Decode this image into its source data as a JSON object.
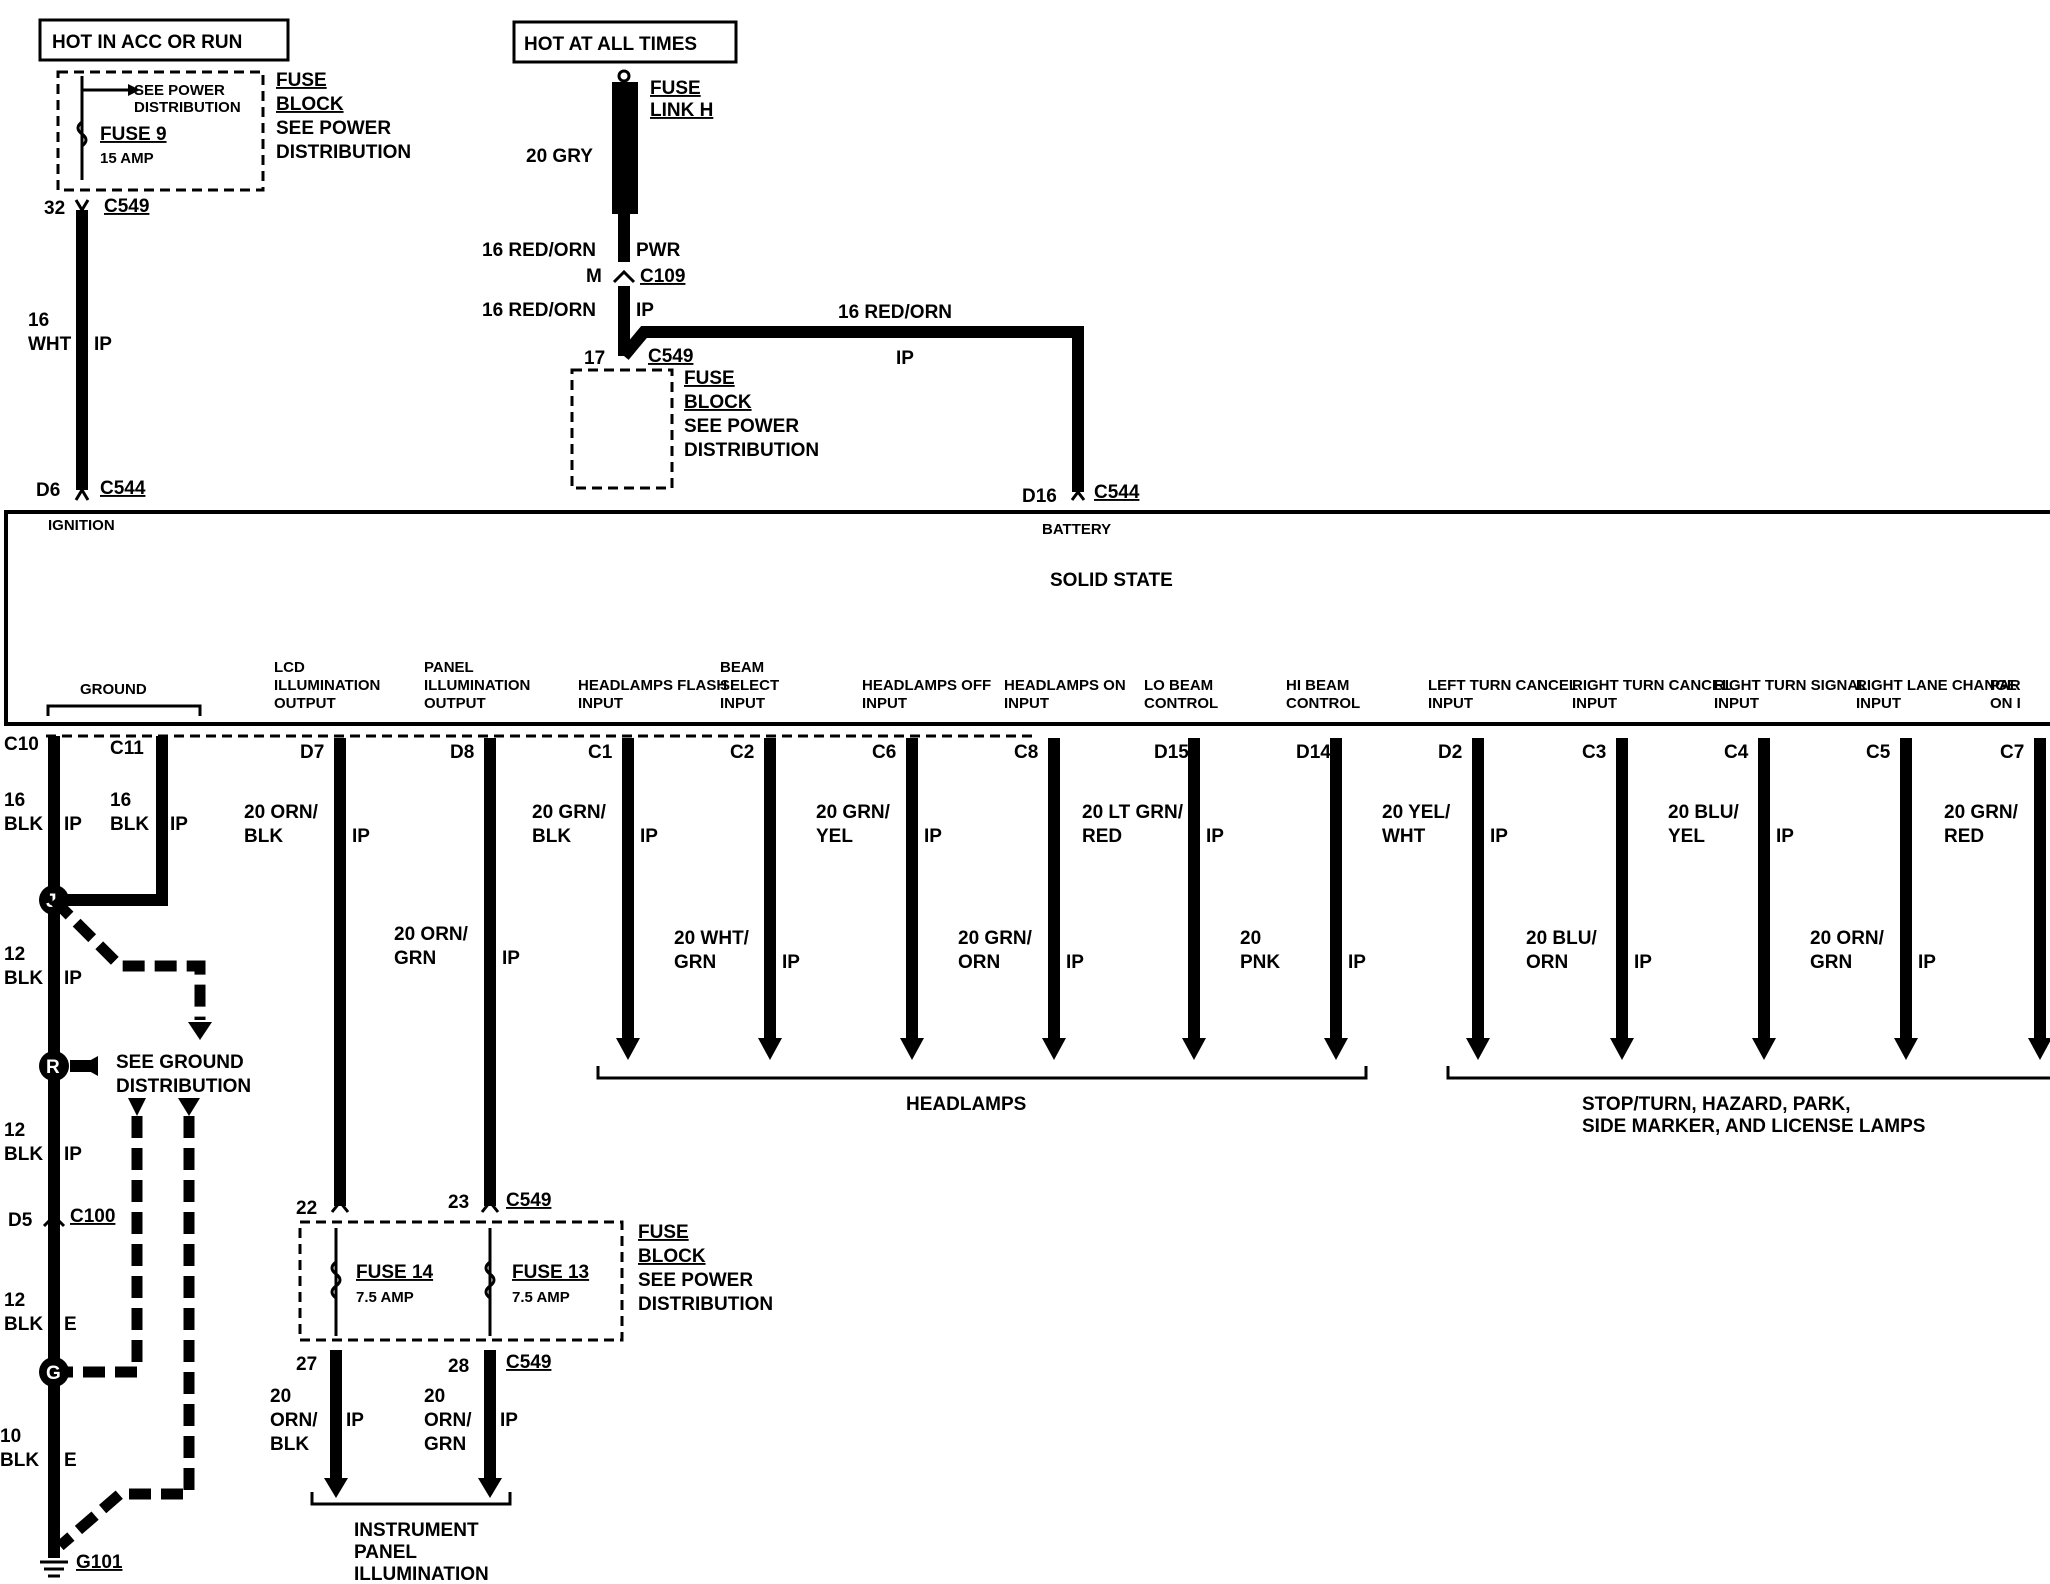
{
  "power": {
    "acc_run": "HOT IN ACC OR RUN",
    "all_times": "HOT AT ALL TIMES",
    "see_power_dist_small": "SEE POWER DISTRIBUTION",
    "fuse9": "FUSE 9",
    "fuse9_amp": "15 AMP",
    "fuse_block": "FUSE BLOCK",
    "see_power_dist": "SEE POWER DISTRIBUTION",
    "fuse_link": "FUSE LINK H",
    "gry": "20 GRY",
    "red_orn": "16 RED/ORN",
    "pwr": "PWR",
    "m": "M",
    "c109": "C109",
    "ip": "IP",
    "pin32": "32",
    "pin17": "17",
    "c549": "C549",
    "wht16": "16",
    "wht": "WHT"
  },
  "module": {
    "name": "SOLID STATE",
    "ignition": "IGNITION",
    "battery": "BATTERY",
    "d6": "D6",
    "d16": "D16",
    "c544": "C544",
    "ground": "GROUND"
  },
  "outputs": [
    {
      "label": "LCD ILLUMINATION OUTPUT",
      "pin": "D7",
      "wire": "20 ORN/ BLK",
      "seg": "IP"
    },
    {
      "label": "PANEL ILLUMINATION OUTPUT",
      "pin": "D8",
      "wire": "20 ORN/ GRN",
      "seg": "IP"
    },
    {
      "label": "HEADLAMPS FLASH INPUT",
      "pin": "C1",
      "wire": "20 GRN/ BLK",
      "seg": "IP"
    },
    {
      "label": "BEAM SELECT INPUT",
      "pin": "C2",
      "wire": "20 WHT/ GRN",
      "seg": "IP"
    },
    {
      "label": "HEADLAMPS OFF INPUT",
      "pin": "C6",
      "wire": "20 GRN/ YEL",
      "seg": "IP"
    },
    {
      "label": "HEADLAMPS ON INPUT",
      "pin": "C8",
      "wire": "20 GRN/ ORN",
      "seg": "IP"
    },
    {
      "label": "LO BEAM CONTROL",
      "pin": "D15",
      "wire": "20 LT GRN/ RED",
      "seg": "IP"
    },
    {
      "label": "HI BEAM CONTROL",
      "pin": "D14",
      "wire": "20 PNK",
      "seg": "IP"
    },
    {
      "label": "LEFT TURN CANCEL INPUT",
      "pin": "D2",
      "wire": "20 YEL/ WHT",
      "seg": "IP"
    },
    {
      "label": "RIGHT TURN CANCEL INPUT",
      "pin": "C3",
      "wire": "20 BLU/ ORN",
      "seg": "IP"
    },
    {
      "label": "RIGHT TURN SIGNAL INPUT",
      "pin": "C4",
      "wire": "20 BLU/ YEL",
      "seg": "IP"
    },
    {
      "label": "RIGHT LANE CHANGE INPUT",
      "pin": "C5",
      "wire": "20 ORN/ GRN",
      "seg": "IP"
    },
    {
      "label": "PAR ON I",
      "pin": "C7",
      "wire": "20 GRN/ RED",
      "seg": ""
    }
  ],
  "ground": {
    "c10": "C10",
    "c11": "C11",
    "blk16": "16 BLK",
    "blk12": "12 BLK",
    "blk10": "10 BLK",
    "ip": "IP",
    "e": "E",
    "j": "J",
    "r": "R",
    "g": "G",
    "see_ground": "SEE GROUND DISTRIBUTION",
    "d5": "D5",
    "c100": "C100",
    "g101": "G101"
  },
  "panel": {
    "pin22": "22",
    "pin23": "23",
    "pin27": "27",
    "pin28": "28",
    "c549": "C549",
    "fuse14": "FUSE 14",
    "fuse13": "FUSE 13",
    "amp": "7.5 AMP",
    "fuse_block": "FUSE BLOCK",
    "see_power_dist": "SEE POWER DISTRIBUTION",
    "out27": "20 ORN/ BLK",
    "out28": "20 ORN/ GRN",
    "ip": "IP",
    "illum": "INSTRUMENT PANEL ILLUMINATION"
  },
  "groups": {
    "headlamps": "HEADLAMPS",
    "stop_turn": "STOP/TURN, HAZARD, PARK, SIDE MARKER, AND LICENSE LAMPS"
  }
}
